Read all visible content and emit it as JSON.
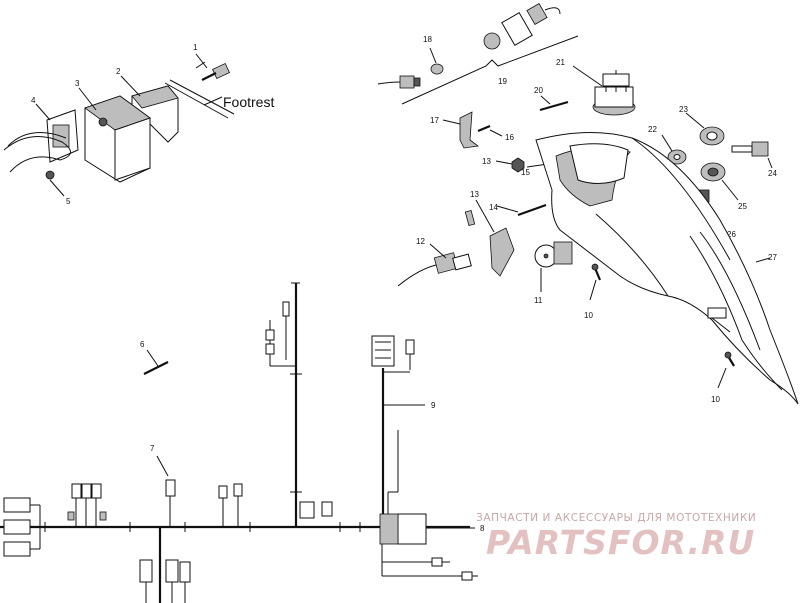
{
  "labels": {
    "footrest": "Footrest",
    "n1": "1",
    "n2": "2",
    "n3": "3",
    "n4": "4",
    "n5": "5",
    "n6": "6",
    "n7": "7",
    "n8": "8",
    "n9": "9",
    "n10a": "10",
    "n10b": "10",
    "n11": "11",
    "n12": "12",
    "n13a": "13",
    "n13b": "13",
    "n14": "14",
    "n15": "15",
    "n16": "16",
    "n17": "17",
    "n18": "18",
    "n19": "19",
    "n20": "20",
    "n21": "21",
    "n22": "22",
    "n23": "23",
    "n24": "24",
    "n25": "25",
    "n26": "26",
    "n27": "27"
  },
  "watermark": {
    "tagline": "ЗАПЧАСТИ И АКСЕССУАРЫ ДЛЯ МОТОТЕХНИКИ",
    "brand": "PARTSFOR.RU"
  }
}
